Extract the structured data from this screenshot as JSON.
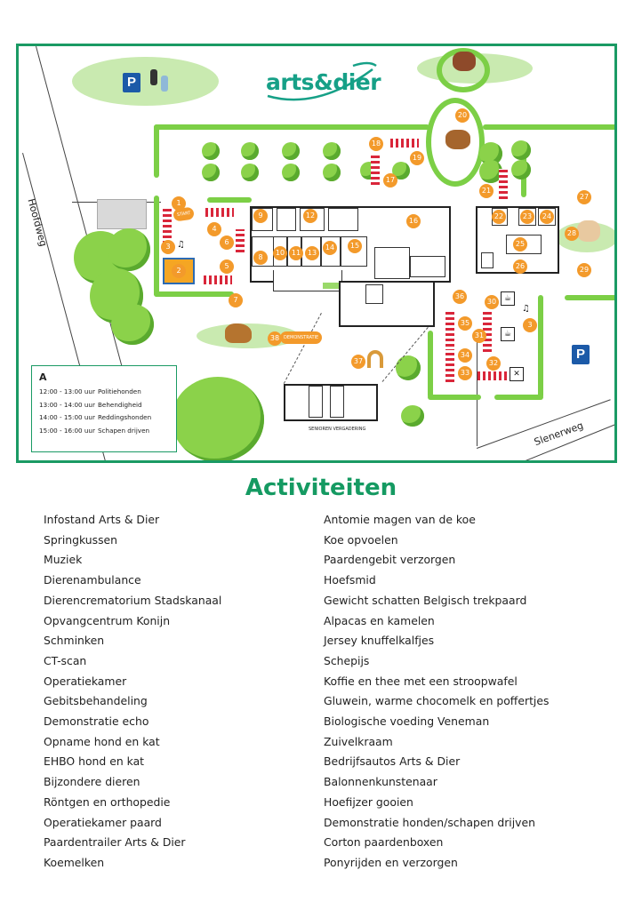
{
  "map": {
    "logo_text": "arts&dier",
    "parking_label": "P",
    "roads": {
      "left": "Hoofdweg",
      "right": "Slenerweg"
    },
    "tags": {
      "start": "START",
      "demo": "DEMONSTRATIE",
      "seniors": "SENIOREN VERGADERING"
    },
    "legend": {
      "title": "A",
      "rows": [
        {
          "time": "12:00 - 13:00 uur",
          "activity": "Politiehonden"
        },
        {
          "time": "13:00 - 14:00 uur",
          "activity": "Behendigheid"
        },
        {
          "time": "14:00 - 15:00 uur",
          "activity": "Reddingshonden"
        },
        {
          "time": "15:00 - 16:00 uur",
          "activity": "Schapen drijven"
        }
      ]
    },
    "markers": [
      "1",
      "2",
      "3",
      "4",
      "5",
      "6",
      "7",
      "8",
      "9",
      "10",
      "11",
      "12",
      "13",
      "14",
      "15",
      "16",
      "17",
      "18",
      "19",
      "20",
      "21",
      "22",
      "23",
      "24",
      "25",
      "26",
      "27",
      "28",
      "29",
      "30",
      "31",
      "32",
      "33",
      "34",
      "35",
      "36",
      "37",
      "38",
      "3"
    ],
    "colors": {
      "green": "#1a9a64",
      "orange": "#f39a2b",
      "hedge": "#7ccf46",
      "parking": "#1c5aa8",
      "red": "#d9263a"
    }
  },
  "activities": {
    "title": "Activiteiten",
    "left": [
      "Infostand Arts & Dier",
      "Springkussen",
      "Muziek",
      "Dierenambulance",
      "Dierencrematorium Stadskanaal",
      "Opvangcentrum Konijn",
      "Schminken",
      "CT-scan",
      "Operatiekamer",
      "Gebitsbehandeling",
      "Demonstratie echo",
      "Opname hond en kat",
      "EHBO hond en kat",
      "Bijzondere dieren",
      "Röntgen en orthopedie",
      "Operatiekamer paard",
      "Paardentrailer Arts & Dier",
      "Koemelken"
    ],
    "right": [
      "Antomie magen van de koe",
      "Koe opvoelen",
      "Paardengebit verzorgen",
      "Hoefsmid",
      "Gewicht schatten Belgisch trekpaard",
      "Alpacas en kamelen",
      "Jersey knuffelkalfjes",
      "Schepijs",
      "Koffie en thee met een stroopwafel",
      "Gluwein, warme chocomelk en poffertjes",
      "Biologische voeding Veneman",
      "Zuivelkraam",
      "Bedrijfsautos Arts & Dier",
      "Balonnenkunstenaar",
      "Hoefijzer gooien",
      "Demonstratie honden/schapen drijven",
      "Corton paardenboxen",
      "Ponyrijden en verzorgen"
    ]
  }
}
